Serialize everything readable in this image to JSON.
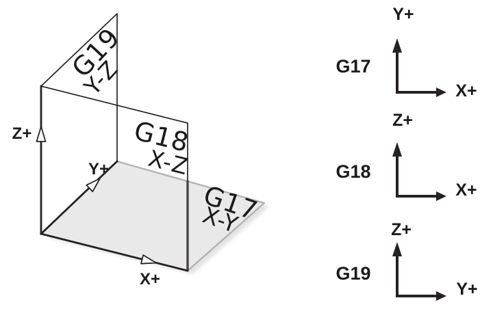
{
  "iso": {
    "axis_labels": {
      "x": "X+",
      "y": "Y+",
      "z": "Z+"
    },
    "planes": {
      "g19": {
        "code": "G19",
        "name": "Y-Z"
      },
      "g18": {
        "code": "G18",
        "name": "X-Z"
      },
      "g17": {
        "code": "G17",
        "name": "X-Y"
      }
    }
  },
  "legend": {
    "rows": [
      {
        "code": "G17",
        "vertical_axis": "Y+",
        "horizontal_axis": "X+"
      },
      {
        "code": "G18",
        "vertical_axis": "Z+",
        "horizontal_axis": "X+"
      },
      {
        "code": "G19",
        "vertical_axis": "Z+",
        "horizontal_axis": "Y+"
      }
    ]
  },
  "colors": {
    "line": "#262223",
    "plane_fill": "#e9e9e9",
    "plane_edge": "#b5b2b3",
    "text": "#1d1a1b"
  }
}
